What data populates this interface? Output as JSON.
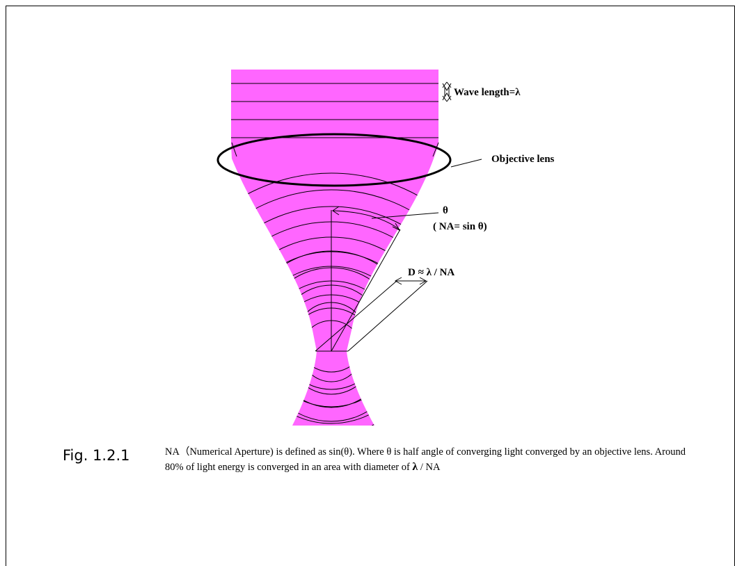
{
  "diagram": {
    "labels": {
      "wavelength": "Wave length=λ",
      "objective_lens": "Objective lens",
      "theta": "θ",
      "na_formula": "( NA= sin θ)",
      "spot_size": "D ≈ λ / NA"
    },
    "colors": {
      "beam_fill": "#ff66ff",
      "lines": "#000000",
      "background": "#ffffff"
    }
  },
  "caption": {
    "fig_number": "Fig. 1.2.1",
    "text_main": "NA（Numerical Aperture) is defined as sin(θ). Where θ is half angle of converging light converged by an objective lens. Around 80% of light energy is converged in an area with diameter of ",
    "lambda_symbol": "λ",
    "text_tail": " / NA"
  }
}
